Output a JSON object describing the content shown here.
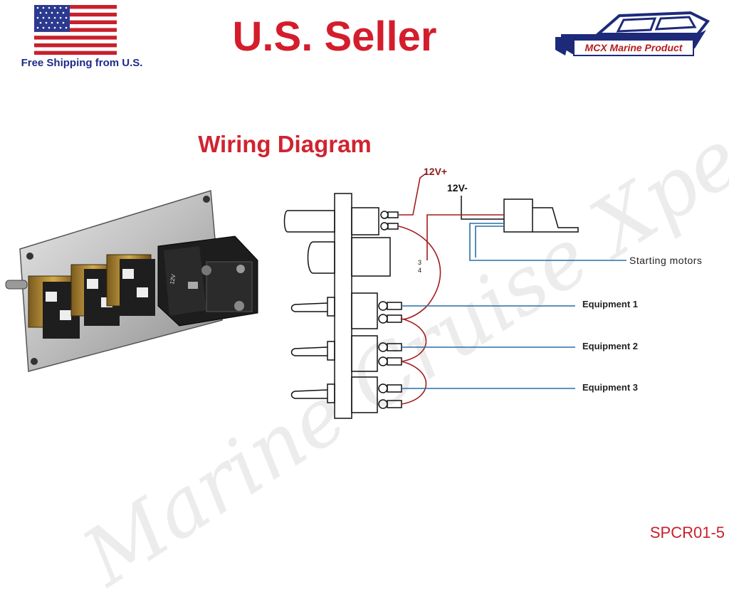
{
  "header": {
    "free_shipping": "Free Shipping from U.S.",
    "seller": "U.S. Seller",
    "logo_text": "MCX Marine Product"
  },
  "diagram": {
    "title": "Wiring Diagram",
    "labels": {
      "v_plus": "12V+",
      "v_minus": "12V-",
      "starting_motors": "Starting motors",
      "equipment_1": "Equipment 1",
      "equipment_2": "Equipment 2",
      "equipment_3": "Equipment 3"
    },
    "pin_labels": [
      "3",
      "4"
    ]
  },
  "panel": {
    "voltage_marking": "12V"
  },
  "watermark": "Marine Cruise Xpert",
  "footer": {
    "model": "SPCR01-5"
  },
  "colors": {
    "title_red": "#d41d2c",
    "wire_red": "#a31c1c",
    "wire_blue": "#2a6fa8",
    "free_ship_blue": "#1f2a8a"
  }
}
